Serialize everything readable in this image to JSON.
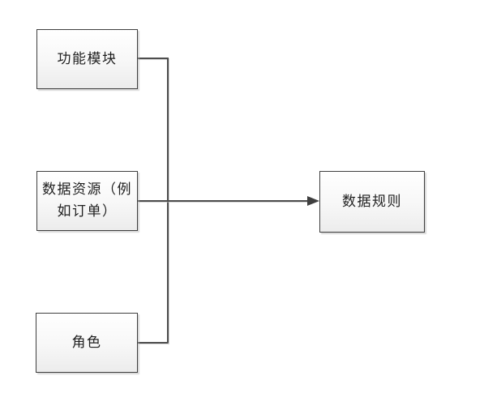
{
  "diagram": {
    "title": "permission-model-flow",
    "background_color": "#ffffff",
    "colors": {
      "node_border": "#3f3f3f",
      "node_fill_top": "#ffffff",
      "node_fill_bottom": "#ececec",
      "connector": "#4d4d4d",
      "text": "#1f1f1f"
    },
    "nodes": [
      {
        "id": "function-module",
        "label": "功能模块"
      },
      {
        "id": "data-resource",
        "label": "数据资源（例如订单）"
      },
      {
        "id": "role",
        "label": "角色"
      },
      {
        "id": "data-rule",
        "label": "数据规则"
      }
    ],
    "edges": [
      {
        "from": "function-module",
        "to": "data-rule",
        "style": "orthogonal",
        "arrow": "none-into-trunk"
      },
      {
        "from": "data-resource",
        "to": "data-rule",
        "style": "straight",
        "arrow": "filled-triangle"
      },
      {
        "from": "role",
        "to": "data-rule",
        "style": "orthogonal",
        "arrow": "none-into-trunk"
      }
    ]
  }
}
